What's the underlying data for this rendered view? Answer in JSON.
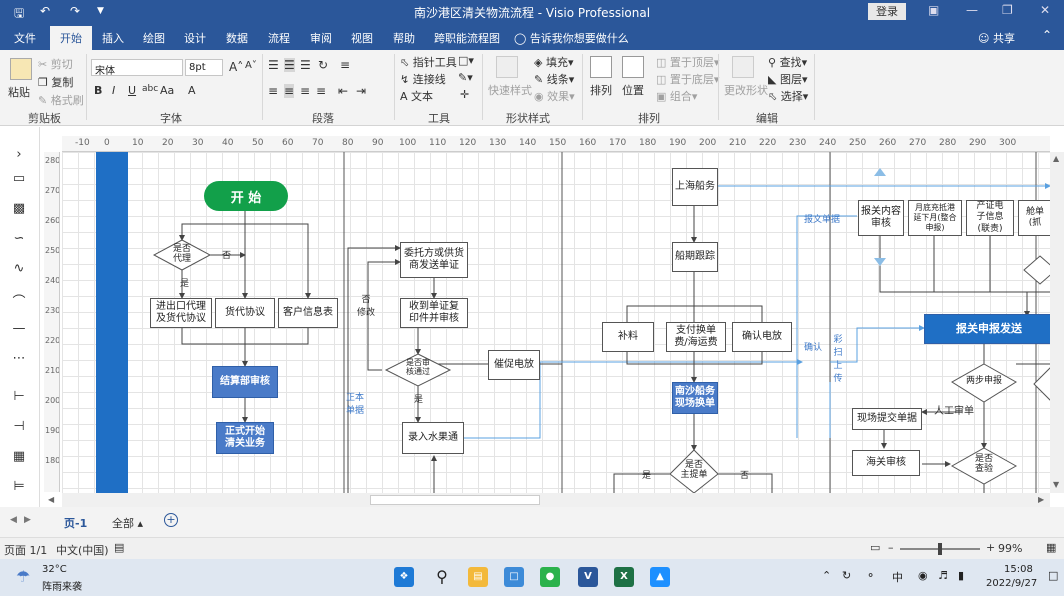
{
  "window": {
    "title": "南沙港区清关物流流程 - Visio Professional",
    "login_label": "登录"
  },
  "menu": {
    "tabs": [
      "文件",
      "开始",
      "插入",
      "绘图",
      "设计",
      "数据",
      "流程",
      "审阅",
      "视图",
      "帮助",
      "跨职能流程图"
    ],
    "active_tab": "开始",
    "tell_me": "告诉我你想要做什么",
    "share": "共享"
  },
  "ribbon": {
    "clipboard": {
      "paste": "粘贴",
      "cut": "剪切",
      "copy": "复制",
      "format_painter": "格式刷",
      "group": "剪贴板"
    },
    "font": {
      "name": "宋体",
      "size": "8pt",
      "group": "字体"
    },
    "paragraph": {
      "group": "段落"
    },
    "tools": {
      "pointer": "指针工具",
      "connector": "连接线",
      "text": "文本",
      "group": "工具"
    },
    "shape_styles": {
      "quick_styles": "快速样式",
      "fill": "填充",
      "line": "线条",
      "effects": "效果",
      "group": "形状样式"
    },
    "arrange": {
      "align": "排列",
      "position": "位置",
      "bring_front": "置于顶层",
      "send_back": "置于底层",
      "group_item": "组合",
      "group": "排列"
    },
    "editing": {
      "change_shape": "更改形状",
      "find": "查找",
      "layers": "图层",
      "select": "选择",
      "group": "编辑"
    }
  },
  "rulers": {
    "h": [
      "-10",
      "0",
      "10",
      "20",
      "30",
      "40",
      "50",
      "60",
      "70",
      "80",
      "90",
      "100",
      "110",
      "120",
      "130",
      "140",
      "150",
      "160",
      "170",
      "180",
      "190",
      "200",
      "210",
      "220",
      "230",
      "240",
      "250",
      "260",
      "270",
      "280",
      "290",
      "300"
    ],
    "v": [
      "280",
      "270",
      "260",
      "250",
      "240",
      "230",
      "220",
      "210",
      "200",
      "190",
      "180"
    ]
  },
  "diagram": {
    "start": "开  始",
    "agent_decision": "是否\n代理",
    "yes1": "是",
    "no1": "否",
    "import_export_agent": "进出口代理\n及货代协议",
    "cargo_agreement": "货代协议",
    "customer_info": "客户信息表",
    "settlement_review": "结算部审核",
    "start_customs": "正式开始\n清关业务",
    "consign_docs": "委托方或供货\n商发送单证",
    "modify_label": "否\n修改",
    "receive_docs": "收到单证复\n印件并审核",
    "review_decision": "是否审\n核通过",
    "yes2": "是",
    "urge_message": "催促电放",
    "enter_fruit": "录入水果通",
    "main_docs": "正本\n单据",
    "shanghai_shipping": "上海船务",
    "ship_tracking": "船期跟踪",
    "supplement": "补料",
    "pay_fees": "支付换单\n费/海运费",
    "confirm_release": "确认电放",
    "nansha_shipping": "南沙船务\n现场换单",
    "main_bill_decision": "是否\n主提单",
    "yes3": "是",
    "no3": "否",
    "customs_docs_label": "报文单据",
    "confirm_label": "确认",
    "colored_scan_label": "彩\n扫\n上\n传",
    "customs_content": "报关内容\n审核",
    "monthly_bills": "月底充抵港\n延下月(整合\n申报)",
    "cert_info": "产证电\n子信息\n(联责)",
    "cabin_list": "舱单\n(抓",
    "customs_send": "报关申报发送",
    "two_step": "两步申报",
    "manual_review": "人工审单",
    "site_submit": "现场提交单据",
    "customs_review": "海关审核",
    "inspect_decision": "是否\n查验"
  },
  "pages": {
    "current": "页-1",
    "all": "全部"
  },
  "status": {
    "page_info": "页面 1/1",
    "language": "中文(中国)",
    "zoom": "99%"
  },
  "taskbar": {
    "temperature": "32°C",
    "weather": "阵雨来袭",
    "time": "15:08",
    "date": "2022/9/27",
    "ime": "中"
  }
}
